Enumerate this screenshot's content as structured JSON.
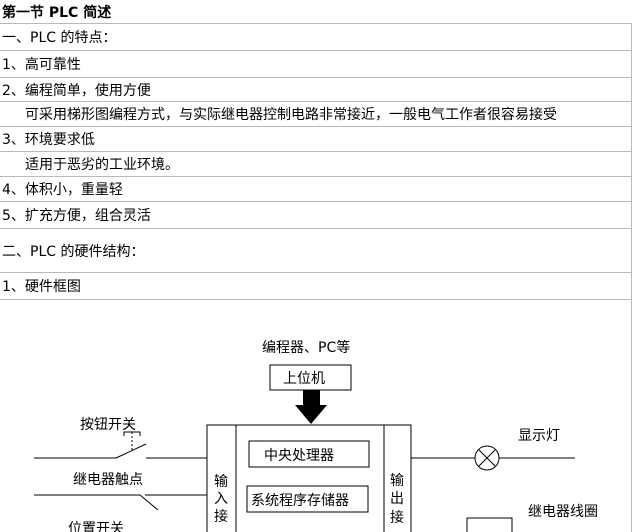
{
  "doc": {
    "section_title": "第一节 PLC 简述",
    "heading1": "一、PLC 的特点：",
    "features": [
      "1、高可靠性",
      "2、编程简单，使用方便",
      "可采用梯形图编程方式，与实际继电器控制电路非常接近，一般电气工作者很容易接受",
      "3、环境要求低",
      "适用于恶劣的工业环境。",
      "4、体积小，重量轻",
      "5、扩充方便，组合灵活"
    ],
    "heading2": "二、PLC 的硬件结构：",
    "subheading": "1、硬件框图"
  },
  "diagram": {
    "programmer_label": "编程器、PC等",
    "host_label": "上位机",
    "button_switch": "按钮开关",
    "relay_contact": "继电器触点",
    "position_switch": "位置开关",
    "input_interface": "输入接",
    "cpu": "中央处理器",
    "system_memory": "系统程序存储器",
    "output_interface": "输出接",
    "indicator_lamp": "显示灯",
    "relay_coil": "继电器线圈"
  }
}
